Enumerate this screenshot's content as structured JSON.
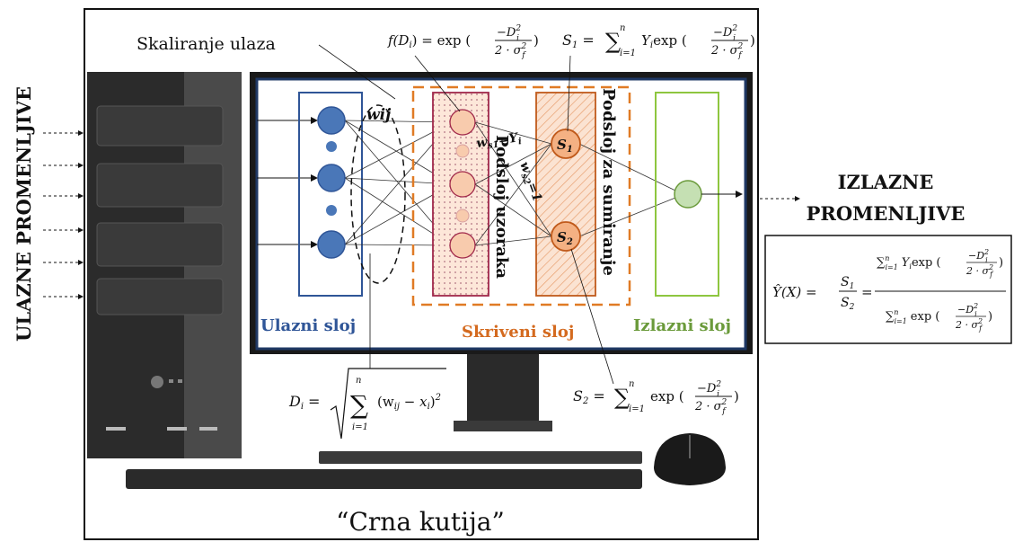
{
  "diagram": {
    "side_label_inputs": "ULAZNE PROMENLJIVE",
    "output_label_line1": "IZLAZNE",
    "output_label_line2": "PROMENLJIVE",
    "caption": "“Crna kutija”",
    "callout_scaling": "Skaliranje ulaza",
    "weights_label": "wij",
    "layers": {
      "input": "Ulazni sloj",
      "hidden": "Skriveni sloj",
      "output": "Izlazni sloj",
      "pattern_sublayer": "Podsloj uzoraka",
      "summation_sublayer": "Podsloj za sumiranje"
    },
    "summation_nodes": {
      "s1": "S",
      "s1_sub": "1",
      "s2": "S",
      "s2_sub": "2"
    },
    "edge_labels": {
      "ws1": "w",
      "ws1_sub": "s1",
      "ws1_rhs": "=Y",
      "ws1_rhs_sub": "i",
      "ws2": "w",
      "ws2_sub": "s2",
      "ws2_rhs": "=1"
    },
    "formulas": {
      "f_lhs": "f(D",
      "f_lhs_sub": "i",
      "f_lhs_end": ") = exp (",
      "f_num": "−D",
      "f_num_sup": "2",
      "f_num_sub": "i",
      "f_den": "2 · σ",
      "f_den_sup": "2",
      "f_den_sub": "f",
      "f_end": ")",
      "s1_lhs": "S",
      "s1_lhs_sub": "1",
      "s1_eq": "=",
      "sum_sup": "n",
      "sum_sub": "i=1",
      "s1_term": "Y",
      "s1_term_sub": "i",
      "s1_exp": "exp (",
      "s2_lhs": "S",
      "s2_lhs_sub": "2",
      "s2_eq": "=",
      "s2_exp": "exp (",
      "d_lhs": "D",
      "d_lhs_sub": "i",
      "d_eq": "=",
      "d_sum_sup": "n",
      "d_sum_sub": "i=1",
      "d_term": "(w",
      "d_term_sub": "ij",
      "d_term_mid": " − x",
      "d_term_sub2": "i",
      "d_term_end": ")",
      "d_term_sup": "2",
      "y_lhs": "Ŷ(X) =",
      "y_frac_num": "S",
      "y_frac_num_sub": "1",
      "y_frac_den": "S",
      "y_frac_den_sub": "2",
      "y_eq": "=",
      "y_num_sum": "∑",
      "y_num_sum_sup": "n",
      "y_num_sum_sub": "i=1",
      "y_num_term": "Y",
      "y_num_term_sub": "i",
      "y_num_exp": "exp (",
      "y_den_sum": "∑",
      "y_den_sum_sup": "n",
      "y_den_sum_sub": "i=1",
      "y_den_exp": "exp ("
    }
  },
  "colors": {
    "input_blue": "#4a77b8",
    "input_blue_dark": "#2f5597",
    "pattern_fill": "#f8cbad",
    "pattern_border": "#a0284a",
    "summ_border": "#c05a1b",
    "summ_fill": "#f4b183",
    "hidden_dash": "#e07b25",
    "output_green": "#8ec63f",
    "output_fill": "#c5e0b3",
    "screen_border": "#1f3864",
    "dark": "#1a1a1a"
  }
}
